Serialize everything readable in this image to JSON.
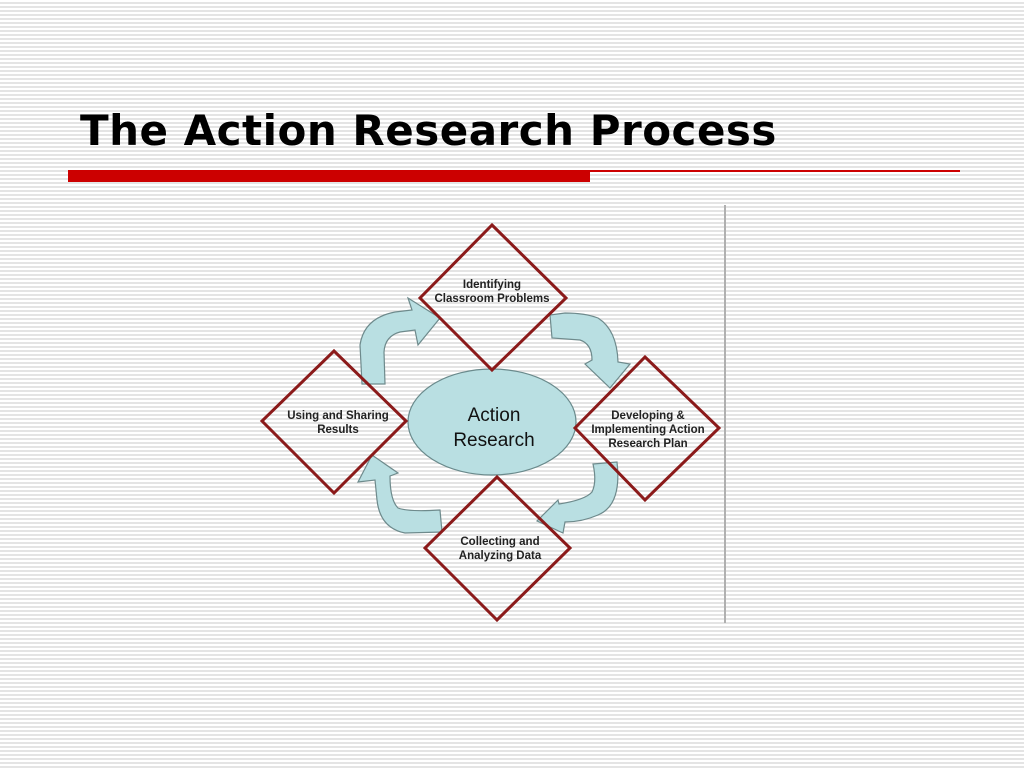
{
  "slide": {
    "title": "The Action Research Process"
  },
  "diagram": {
    "center": {
      "line1": "Action",
      "line2": "Research"
    },
    "nodes": [
      {
        "id": "identifying",
        "line1": "Identifying",
        "line2": "Classroom Problems"
      },
      {
        "id": "developing",
        "line1": "Developing &",
        "line2": "Implementing Action",
        "line3": "Research Plan"
      },
      {
        "id": "collecting",
        "line1": "Collecting and",
        "line2": "Analyzing Data"
      },
      {
        "id": "using",
        "line1": "Using and Sharing",
        "line2": "Results"
      }
    ],
    "colors": {
      "diamond_border": "#8b1a1a",
      "arrow_fill": "#b9dfe2",
      "arrow_stroke": "#6e8a8c",
      "ellipse_fill": "#b9dfe2",
      "accent_red": "#cc0000"
    }
  }
}
